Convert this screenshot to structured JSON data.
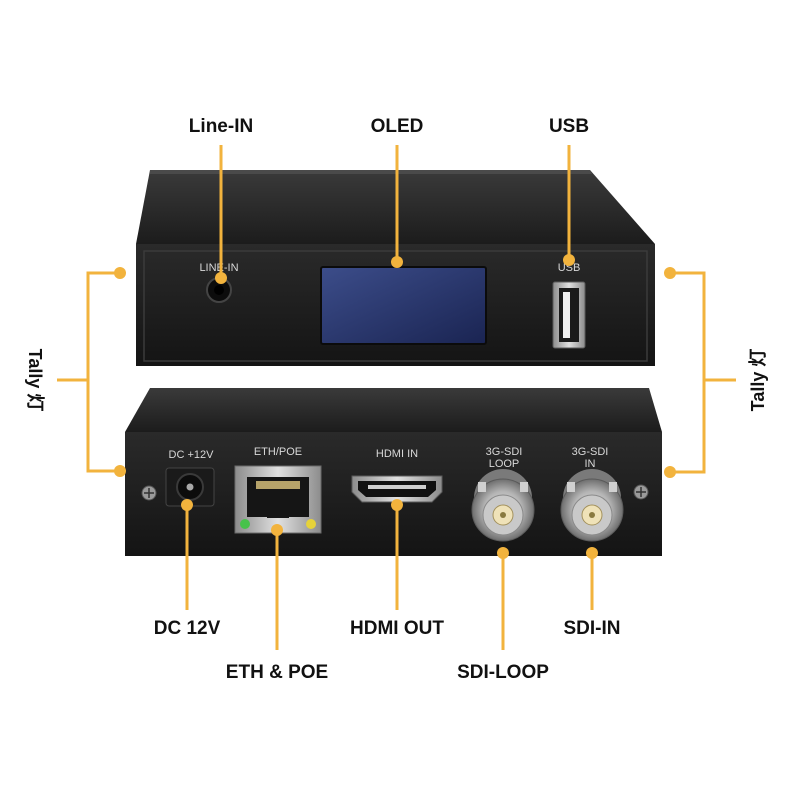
{
  "accent_color": "#f2b33d",
  "callouts": {
    "line_in": "Line-IN",
    "oled": "OLED",
    "usb": "USB",
    "tally_left": "Tally 灯",
    "tally_right": "Tally 灯",
    "dc_12v": "DC 12V",
    "eth_poe": "ETH & POE",
    "hdmi_out": "HDMI OUT",
    "sdi_loop": "SDI-LOOP",
    "sdi_in": "SDI-IN"
  },
  "front_panel": {
    "line_in_label": "LINE-IN",
    "usb_label": "USB"
  },
  "rear_panel": {
    "dc_label": "DC +12V",
    "eth_label": "ETH/POE",
    "hdmi_label": "HDMI IN",
    "sdi_loop_label_1": "3G-SDI",
    "sdi_loop_label_2": "LOOP",
    "sdi_in_label_1": "3G-SDI",
    "sdi_in_label_2": "IN"
  },
  "icons": [
    "dc-jack-icon",
    "rj45-port-icon",
    "hdmi-port-icon",
    "bnc-connector-icon",
    "usb-port-icon",
    "audio-jack-icon",
    "screw-icon"
  ]
}
